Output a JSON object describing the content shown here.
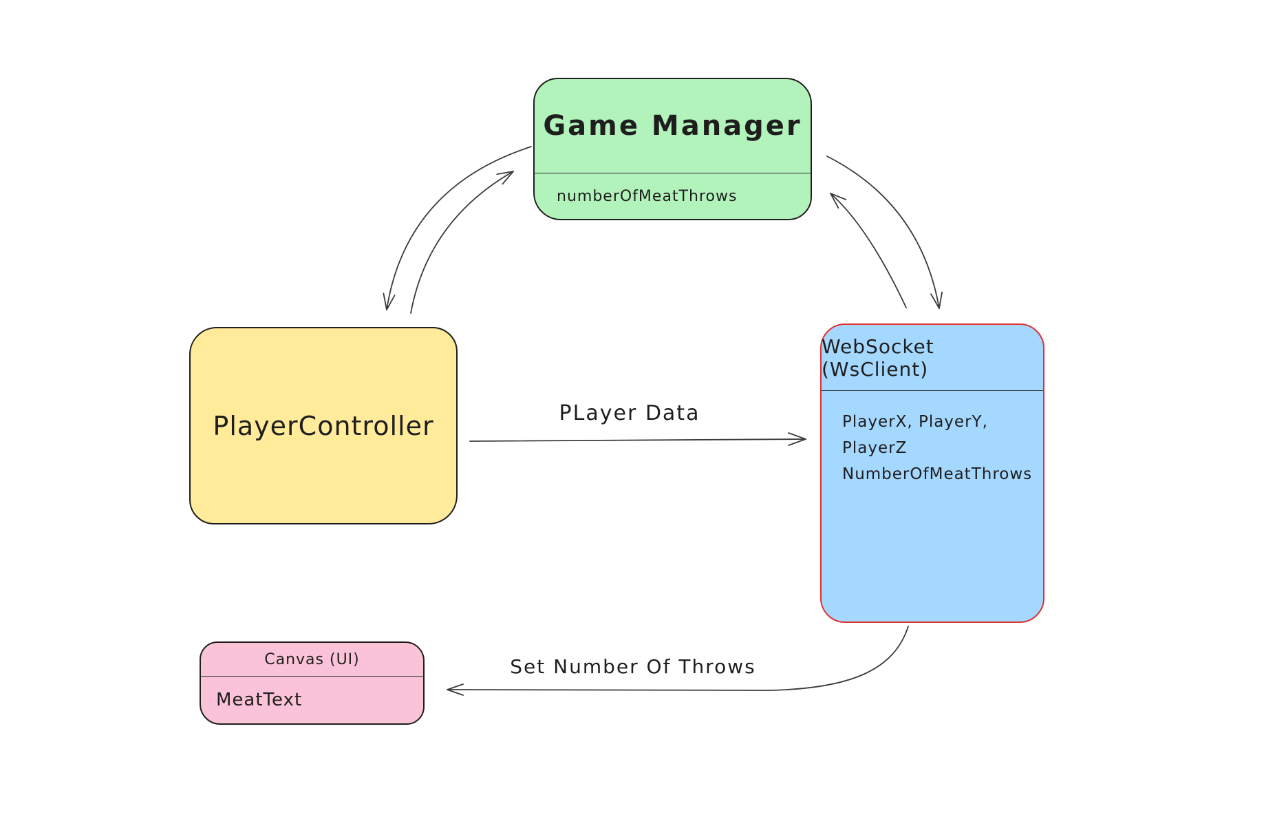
{
  "canvas": {
    "background": "#ffffff"
  },
  "colors": {
    "ink": "#1e1e1e",
    "arrow_stroke": "#3a3a3a",
    "green_fill": "#b2f2bb",
    "yellow_fill": "#ffeb99",
    "blue_fill": "#a5d8ff",
    "pink_fill": "#fac3d7",
    "red_stroke": "#e03131",
    "black_stroke": "#1e1e1e"
  },
  "nodes": {
    "game_manager": {
      "title": "Game Manager",
      "fields": [
        "numberOfMeatThrows"
      ]
    },
    "player_controller": {
      "title": "PlayerController",
      "fields": []
    },
    "websocket": {
      "title": "WebSocket (WsClient)",
      "fields": [
        "PlayerX, PlayerY, PlayerZ",
        "NumberOfMeatThrows"
      ]
    },
    "canvas_ui": {
      "title": "Canvas (UI)",
      "fields": [
        "MeatText"
      ]
    }
  },
  "edges": {
    "player_data": {
      "label": "PLayer Data"
    },
    "set_number_of_throws": {
      "label": "Set Number Of Throws"
    }
  }
}
